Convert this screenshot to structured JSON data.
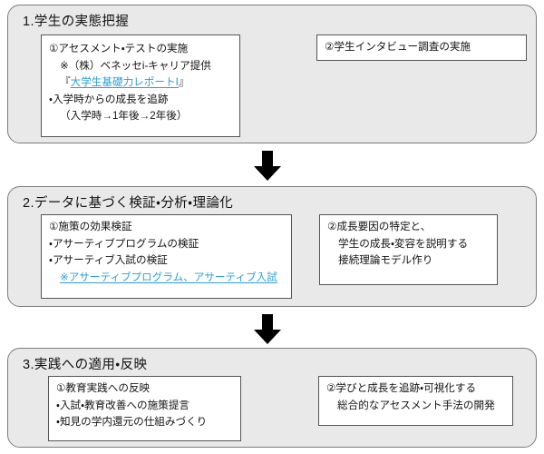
{
  "diagram": {
    "type": "vertical-flowchart",
    "title_sequence": [
      "1.学生の実態把握",
      "2.データに基づく検証・分析・理論化",
      "3.実践への適用・反映"
    ],
    "accent_link_color": "#2a9fd8",
    "stage_fill_color": "#e9e9e9",
    "stage_border_color": "#7d7d7d",
    "card_border_color": "#555555",
    "arrow_color": "#000000"
  },
  "stages": [
    {
      "heading": "1.学生の実態把握",
      "cards": [
        {
          "id": "stage1-card1",
          "lines": [
            {
              "text": "①アセスメント・テストの実施",
              "indent": 0,
              "link": false
            },
            {
              "text": "※（株）ベネッセi-キャリア提供",
              "indent": 1,
              "link": false
            },
            {
              "prefix": "『",
              "link_text": "大学生基礎力レポートⅠ",
              "suffix": "』",
              "indent": 1,
              "link": true
            },
            {
              "text": "・入学時からの成長を追跡",
              "indent": 0,
              "link": false
            },
            {
              "text": "（入学時→1年後→2年後）",
              "indent": 1,
              "link": false
            }
          ]
        },
        {
          "id": "stage1-card2",
          "lines": [
            {
              "text": "②学生インタビュー調査の実施",
              "indent": 0,
              "link": false
            }
          ]
        }
      ]
    },
    {
      "heading": "2.データに基づく検証・分析・理論化",
      "cards": [
        {
          "id": "stage2-card1",
          "lines": [
            {
              "text": "①施策の効果検証",
              "indent": 0,
              "link": false
            },
            {
              "text": "・アサーティブプログラムの検証",
              "indent": 0,
              "link": false
            },
            {
              "text": "・アサーティブ入試の検証",
              "indent": 0,
              "link": false
            },
            {
              "prefix": "",
              "link_text": "※アサーティブプログラム、アサーティブ入試",
              "suffix": "",
              "indent": 1,
              "link": true
            }
          ]
        },
        {
          "id": "stage2-card2",
          "lines": [
            {
              "text": "②成長要因の特定と、",
              "indent": 0,
              "link": false
            },
            {
              "text": "学生の成長・変容を説明する",
              "indent": 1,
              "link": false
            },
            {
              "text": "接続理論モデル作り",
              "indent": 1,
              "link": false
            }
          ]
        }
      ]
    },
    {
      "heading": "3.実践への適用・反映",
      "cards": [
        {
          "id": "stage3-card1",
          "lines": [
            {
              "text": "①教育実践への反映",
              "indent": 0,
              "link": false
            },
            {
              "text": "・入試・教育改善への施策提言",
              "indent": 0,
              "link": false
            },
            {
              "text": "・知見の学内還元の仕組みづくり",
              "indent": 0,
              "link": false
            }
          ]
        },
        {
          "id": "stage3-card2",
          "lines": [
            {
              "text": "②学びと成長を追跡・可視化する",
              "indent": 0,
              "link": false
            },
            {
              "text": "総合的なアセスメント手法の開発",
              "indent": 1,
              "link": false
            }
          ]
        }
      ]
    }
  ],
  "connectors": [
    {
      "id": "arrow-1-to-2",
      "from": "stage-1",
      "to": "stage-2",
      "direction": "down"
    },
    {
      "id": "arrow-2-to-3",
      "from": "stage-2",
      "to": "stage-3",
      "direction": "down"
    }
  ]
}
